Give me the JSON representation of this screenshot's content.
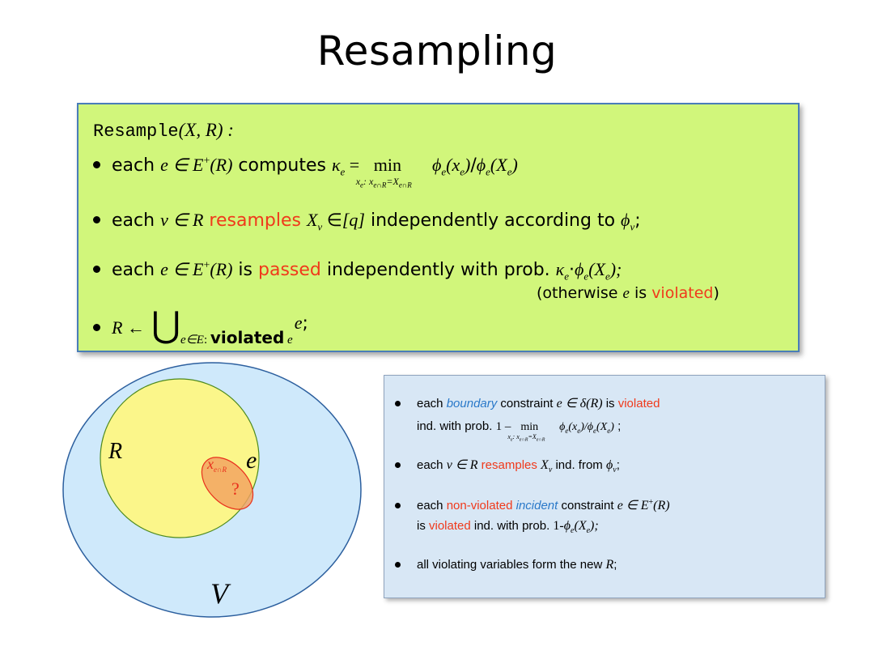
{
  "slide": {
    "title": "Resampling"
  },
  "algorithm": {
    "header_fn": "Resample",
    "header_args": "(X, R) :",
    "line1_pre": "each ",
    "line1_math": "e ∈ E",
    "line1_sup": "+",
    "line1_math2": "(R)",
    "line1_text": " computes ",
    "line1_kappa": "κ",
    "line1_kappa_sub": "e",
    "line1_eq": " = ",
    "line1_min": "min",
    "line1_min_sub": "x",
    "line1_min_sub2": "e",
    "line1_min_sub3": ": x",
    "line1_min_sub4": "e∩R",
    "line1_min_sub5": "=X",
    "line1_min_sub6": "e∩R",
    "line1_phi": "ϕ",
    "line1_phi_sub": "e",
    "line1_phi_arg": "(x",
    "line1_phi_arg_sub": "e",
    "line1_phi_arg_close": ")",
    "line1_slash": "/",
    "line1_phi2": "ϕ",
    "line1_phi2_sub": "e",
    "line1_phi2_arg": "(X",
    "line1_phi2_arg_sub": "e",
    "line1_phi2_arg_close": ")",
    "line2_pre": "each ",
    "line2_math": "v ∈ R",
    "line2_red": " resamples ",
    "line2_X": "X",
    "line2_X_sub": "v",
    "line2_in": " ∈",
    "line2_q": "[q]",
    "line2_text": " independently according to ",
    "line2_phi": "ϕ",
    "line2_phi_sub": "v",
    "line2_end": ";",
    "line3_pre": "each ",
    "line3_math": "e ∈ E",
    "line3_sup": "+",
    "line3_math2": "(R)",
    "line3_is": " is ",
    "line3_red": "passed",
    "line3_text": " independently with prob. ",
    "line3_kappa": "κ",
    "line3_kappa_sub": "e",
    "line3_dot": "·",
    "line3_phi": "ϕ",
    "line3_phi_sub": "e",
    "line3_arg": "(X",
    "line3_arg_sub": "e",
    "line3_arg_close": ");",
    "line3b_pre": "(otherwise ",
    "line3b_e": "e",
    "line3b_is": " is ",
    "line3b_red": "violated",
    "line3b_close": ")",
    "line4_R": "R ←",
    "line4_cup": "⋃",
    "line4_sub_math": "e∈E",
    "line4_sub_colon": ": ",
    "line4_sub_text": "violated",
    "line4_sub_e": " e",
    "line4_e": "e",
    "line4_end": ";"
  },
  "diagram": {
    "label_R": "R",
    "label_e": "e",
    "label_V": "V",
    "label_x": "x",
    "label_x_sub": "e∩R",
    "label_q": "?",
    "colors": {
      "outer": "#cfe9fb",
      "inner": "#fbf68a",
      "constraint": "#f2a15f",
      "red": "#e8301c"
    }
  },
  "notes": {
    "b1_pre": "each ",
    "b1_blue": "boundary",
    "b1_text": " constraint ",
    "b1_math": "e ∈ δ(R)",
    "b1_is": " is ",
    "b1_red": "violated",
    "b1b_text": "ind. with prob. ",
    "b1b_math": "1 –",
    "b1b_min": "min",
    "b1b_min_sub": "x",
    "b1b_min_sub2": "e",
    "b1b_min_sub3": ": x",
    "b1b_min_sub4": "e∩R",
    "b1b_min_sub5": "=X",
    "b1b_min_sub6": "e∩R",
    "b1b_phi": "ϕ",
    "b1b_phi_sub": "e",
    "b1b_phi_arg": "(x",
    "b1b_phi_arg_sub": "e",
    "b1b_phi_close": ")/",
    "b1b_phi2": "ϕ",
    "b1b_phi2_sub": "e",
    "b1b_phi2_arg": "(X",
    "b1b_phi2_arg_sub": "e",
    "b1b_phi2_close": ")",
    "b1b_end": " ;",
    "b2_pre": "each ",
    "b2_math": "v ∈ R",
    "b2_red": " resamples ",
    "b2_X": "X",
    "b2_X_sub": "v",
    "b2_text": " ind. from ",
    "b2_phi": "ϕ",
    "b2_phi_sub": "v",
    "b2_end": ";",
    "b3_pre": "each ",
    "b3_red": "non-violated",
    "b3_sp": " ",
    "b3_blue": "incident",
    "b3_text": " constraint ",
    "b3_math": "e ∈ E",
    "b3_sup": "+",
    "b3_math2": "(R)",
    "b3b_is": "is ",
    "b3b_red": "violated",
    "b3b_text": " ind. with prob. ",
    "b3b_math": "1-",
    "b3b_phi": "ϕ",
    "b3b_phi_sub": "e",
    "b3b_arg": "(X",
    "b3b_arg_sub": "e",
    "b3b_close": ");",
    "b4_text": "all violating variables form the new ",
    "b4_R": "R",
    "b4_end": ";"
  }
}
